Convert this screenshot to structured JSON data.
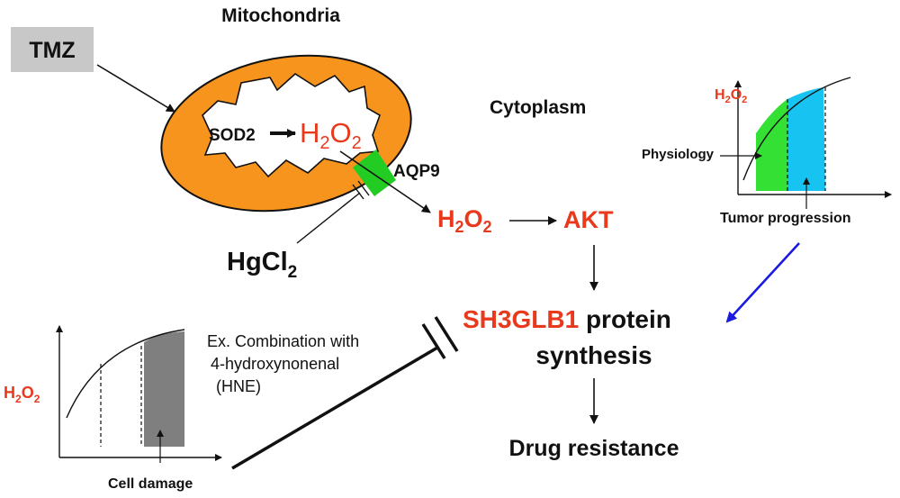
{
  "colors": {
    "accent_red": "#e8391d",
    "mitochondria_orange": "#f7941d",
    "aqp9_green": "#22cc22",
    "physiology_green": "#33e033",
    "tumor_blue": "#17c3f0",
    "damage_gray": "#7f7f7f",
    "tmz_box_gray": "#c8c8c8",
    "arrow_blue": "#1a1ae0"
  },
  "labels": {
    "mitochondria": "Mitochondria",
    "tmz": "TMZ",
    "cytoplasm": "Cytoplasm",
    "sod2": "SOD2",
    "h2o2_base": "H",
    "h2o2_sub1": "2",
    "h2o2_mid": "O",
    "h2o2_sub2": "2",
    "aqp9": "AQP9",
    "hgcl2_base": "HgCl",
    "hgcl2_sub": "2",
    "akt": "AKT",
    "sh3glb1": "SH3GLB1",
    "protein": "protein",
    "synthesis": "synthesis",
    "drug_resistance": "Drug resistance",
    "physiology": "Physiology",
    "tumor_progression": "Tumor progression",
    "combination_line1": "Ex. Combination with",
    "combination_line2": "4-hydroxynonenal",
    "combination_line3": "(HNE)",
    "cell_damage": "Cell damage"
  }
}
